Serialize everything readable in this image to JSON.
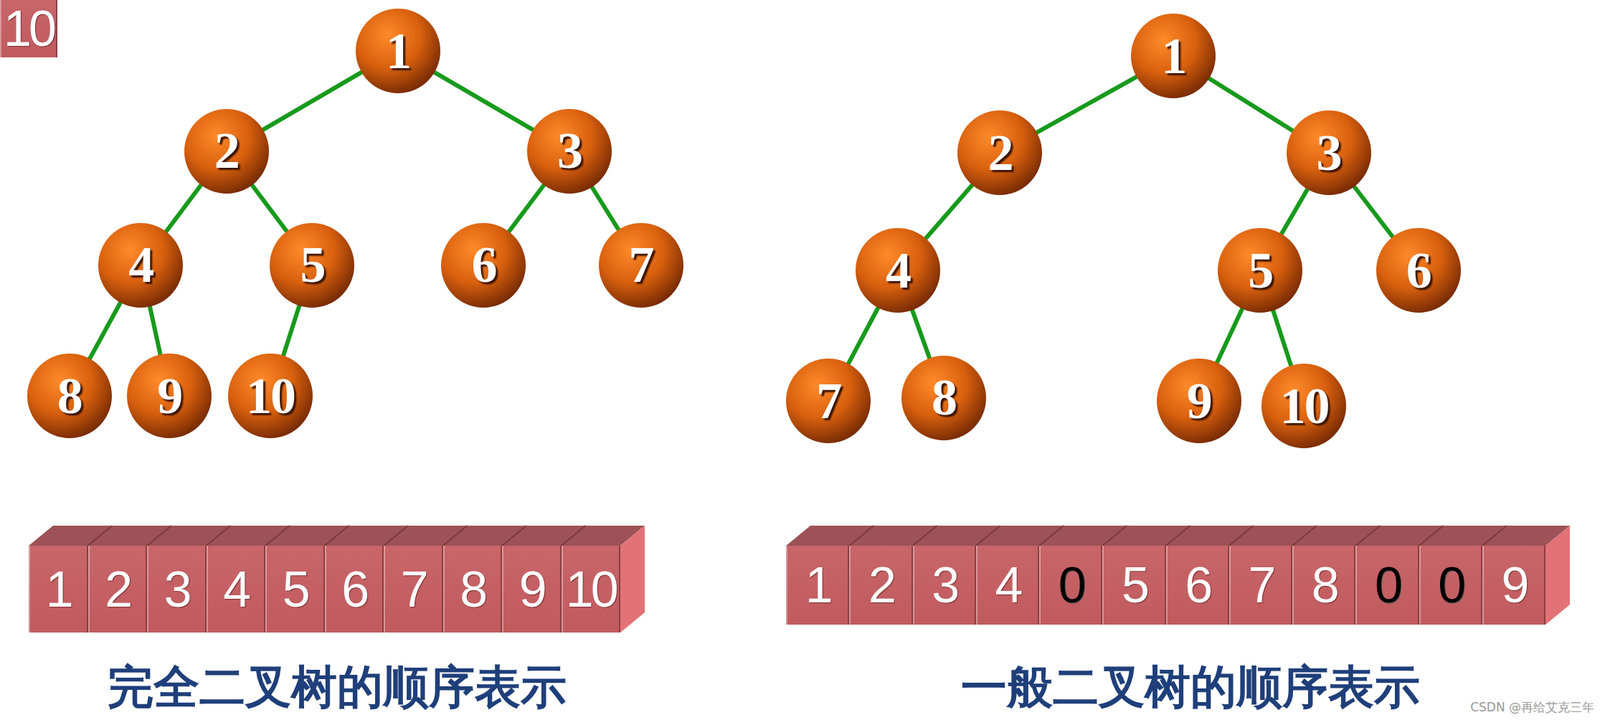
{
  "diagram": {
    "nodes": [
      {
        "text": [
          "1"
        ]
      },
      {
        "text": [
          "2"
        ]
      },
      {
        "text": [
          "3"
        ]
      },
      {
        "text": [
          "4"
        ]
      },
      {
        "text": [
          "5"
        ]
      },
      {
        "text": [
          "6"
        ]
      },
      {
        "text": [
          "7"
        ]
      },
      {
        "text": [
          "8"
        ]
      },
      {
        "text": [
          "9"
        ]
      },
      {
        "text": [
          "10"
        ]
      },
      {
        "text": [
          "1"
        ]
      },
      {
        "text": [
          "2"
        ]
      },
      {
        "text": [
          "3"
        ]
      },
      {
        "text": [
          "4"
        ]
      },
      {
        "text": [
          "5"
        ]
      },
      {
        "text": [
          "6"
        ]
      },
      {
        "text": [
          "7"
        ]
      },
      {
        "text": [
          "8"
        ]
      },
      {
        "text": [
          "9"
        ]
      },
      {
        "text": [
          "10"
        ]
      },
      {
        "text": [
          "1"
        ]
      },
      {
        "text": [
          "2"
        ]
      },
      {
        "text": [
          "3"
        ]
      },
      {
        "text": [
          "4"
        ]
      },
      {
        "text": [
          "5"
        ]
      },
      {
        "text": [
          "6"
        ]
      },
      {
        "text": [
          "7"
        ]
      },
      {
        "text": [
          "8"
        ]
      },
      {
        "text": [
          "9"
        ]
      },
      {
        "text": [
          "10"
        ]
      },
      {
        "text": [
          "1"
        ]
      },
      {
        "text": [
          "2"
        ]
      },
      {
        "text": [
          "3"
        ]
      },
      {
        "text": [
          "4"
        ]
      },
      {
        "text": [
          "0"
        ]
      },
      {
        "text": [
          "5"
        ]
      },
      {
        "text": [
          "6"
        ]
      },
      {
        "text": [
          "7"
        ]
      },
      {
        "text": [
          "8"
        ]
      },
      {
        "text": [
          "0"
        ]
      },
      {
        "text": [
          "0"
        ]
      },
      {
        "text": [
          "9"
        ]
      },
      {
        "text": [
          "10"
        ]
      }
    ],
    "edges": [
      {
        "from": 0,
        "to": 1,
        "arrow": "none"
      },
      {
        "from": 0,
        "to": 2,
        "arrow": "none"
      },
      {
        "from": 1,
        "to": 3,
        "arrow": "none"
      },
      {
        "from": 1,
        "to": 4,
        "arrow": "none"
      },
      {
        "from": 2,
        "to": 5,
        "arrow": "none"
      },
      {
        "from": 2,
        "to": 6,
        "arrow": "none"
      },
      {
        "from": 3,
        "to": 7,
        "arrow": "none"
      },
      {
        "from": 3,
        "to": 8,
        "arrow": "none"
      },
      {
        "from": 4,
        "to": 9,
        "arrow": "none"
      },
      {
        "from": 10,
        "to": 11,
        "arrow": "none"
      },
      {
        "from": 10,
        "to": 12,
        "arrow": "none"
      },
      {
        "from": 11,
        "to": 13,
        "arrow": "none"
      },
      {
        "from": 12,
        "to": 14,
        "arrow": "none"
      },
      {
        "from": 12,
        "to": 15,
        "arrow": "none"
      },
      {
        "from": 13,
        "to": 16,
        "arrow": "none"
      },
      {
        "from": 13,
        "to": 17,
        "arrow": "none"
      },
      {
        "from": 14,
        "to": 18,
        "arrow": "none"
      },
      {
        "from": 14,
        "to": 19,
        "arrow": "none"
      }
    ],
    "labels": [
      "完全二叉树的顺序表示",
      "一般二叉树的顺序表示",
      "CSDN @再给艾克三年"
    ]
  }
}
